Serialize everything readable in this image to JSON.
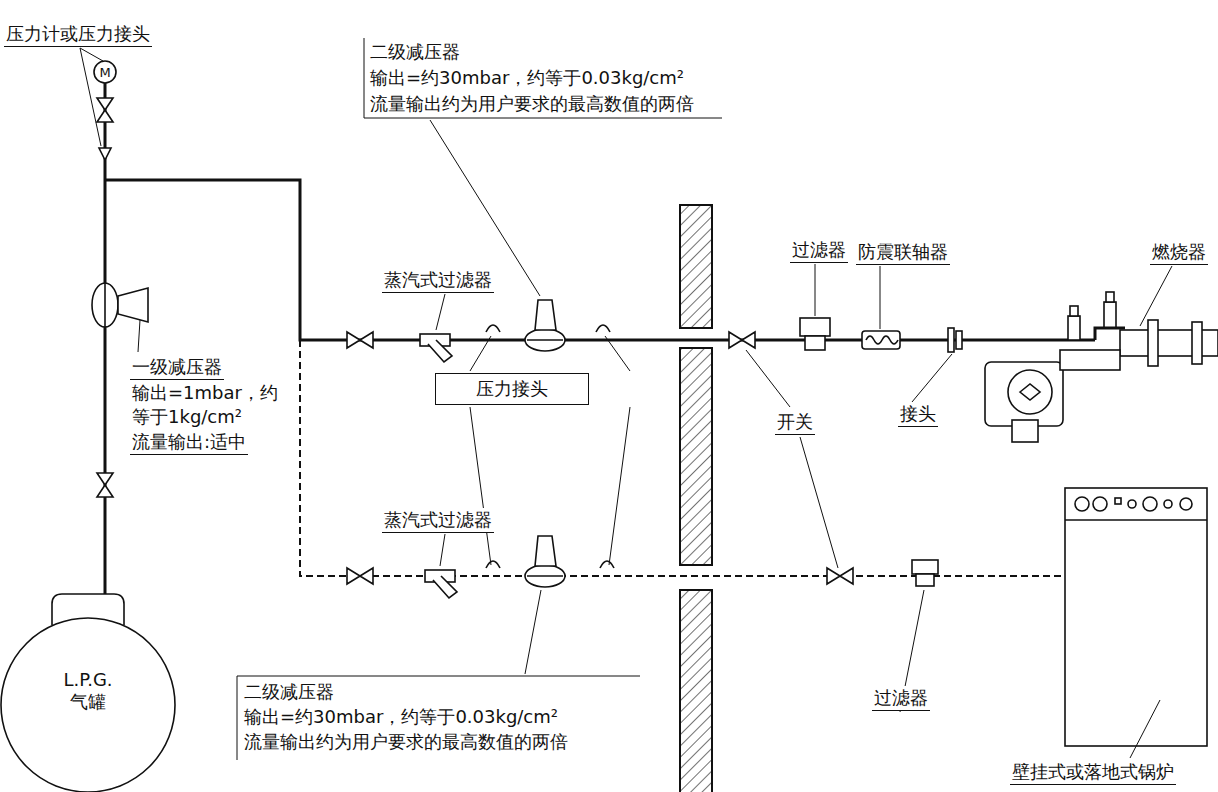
{
  "diagram": {
    "nodes": [
      {
        "text": [
          "L.P.G. 气罐"
        ]
      },
      {
        "text": [
          "压力接头"
        ]
      }
    ],
    "labels": [
      "压力计或压力接头",
      "M",
      "二级减压器",
      "输出=约30mbar，约等于0.03kg/cm²",
      "流量输出约为用户要求的最高数值的两倍",
      "蒸汽式过滤器",
      "过滤器",
      "防震联轴器",
      "燃烧器",
      "一级减压器",
      "输出=1mbar，约",
      "等于1kg/cm²",
      "流量输出:适中",
      "接头",
      "开关",
      "蒸汽式过滤器",
      "二级减压器",
      "输出=约30mbar，约等于0.03kg/cm²",
      "流量输出约为用户要求的最高数值的两倍",
      "过滤器",
      "壁挂式或落地式锅炉"
    ]
  }
}
